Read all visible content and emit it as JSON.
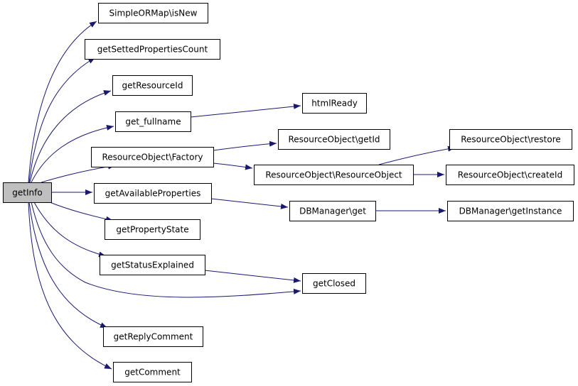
{
  "diagram": {
    "type": "call-graph",
    "colors": {
      "edge": "#191970",
      "node_border": "#000000",
      "node_fill": "#ffffff",
      "root_fill": "#bfbfbf"
    },
    "nodes": [
      {
        "id": "getInfo",
        "label": "getInfo",
        "root": true
      },
      {
        "id": "isNew",
        "label": "SimpleORMap\\isNew"
      },
      {
        "id": "getSettedPropertiesCount",
        "label": "getSettedPropertiesCount"
      },
      {
        "id": "getResourceId",
        "label": "getResourceId"
      },
      {
        "id": "get_fullname",
        "label": "get_fullname"
      },
      {
        "id": "htmlReady",
        "label": "htmlReady"
      },
      {
        "id": "factory",
        "label": "ResourceObject\\Factory"
      },
      {
        "id": "roGetId",
        "label": "ResourceObject\\getId"
      },
      {
        "id": "roRestore",
        "label": "ResourceObject\\restore"
      },
      {
        "id": "roCtor",
        "label": "ResourceObject\\ResourceObject"
      },
      {
        "id": "roCreateId",
        "label": "ResourceObject\\createId"
      },
      {
        "id": "getAvailableProperties",
        "label": "getAvailableProperties"
      },
      {
        "id": "dbGet",
        "label": "DBManager\\get"
      },
      {
        "id": "dbGetInstance",
        "label": "DBManager\\getInstance"
      },
      {
        "id": "getPropertyState",
        "label": "getPropertyState"
      },
      {
        "id": "getStatusExplained",
        "label": "getStatusExplained"
      },
      {
        "id": "getClosed",
        "label": "getClosed"
      },
      {
        "id": "getReplyComment",
        "label": "getReplyComment"
      },
      {
        "id": "getComment",
        "label": "getComment"
      }
    ],
    "edges": [
      {
        "from": "getInfo",
        "to": "isNew"
      },
      {
        "from": "getInfo",
        "to": "getSettedPropertiesCount"
      },
      {
        "from": "getInfo",
        "to": "getResourceId"
      },
      {
        "from": "getInfo",
        "to": "get_fullname"
      },
      {
        "from": "getInfo",
        "to": "factory"
      },
      {
        "from": "getInfo",
        "to": "getAvailableProperties"
      },
      {
        "from": "getInfo",
        "to": "getPropertyState"
      },
      {
        "from": "getInfo",
        "to": "getStatusExplained"
      },
      {
        "from": "getInfo",
        "to": "getClosed"
      },
      {
        "from": "getInfo",
        "to": "getReplyComment"
      },
      {
        "from": "getInfo",
        "to": "getComment"
      },
      {
        "from": "get_fullname",
        "to": "htmlReady"
      },
      {
        "from": "factory",
        "to": "roGetId"
      },
      {
        "from": "factory",
        "to": "roCtor"
      },
      {
        "from": "roCtor",
        "to": "roRestore"
      },
      {
        "from": "roCtor",
        "to": "roCreateId"
      },
      {
        "from": "getAvailableProperties",
        "to": "dbGet"
      },
      {
        "from": "dbGet",
        "to": "dbGetInstance"
      },
      {
        "from": "getStatusExplained",
        "to": "getClosed"
      }
    ]
  }
}
